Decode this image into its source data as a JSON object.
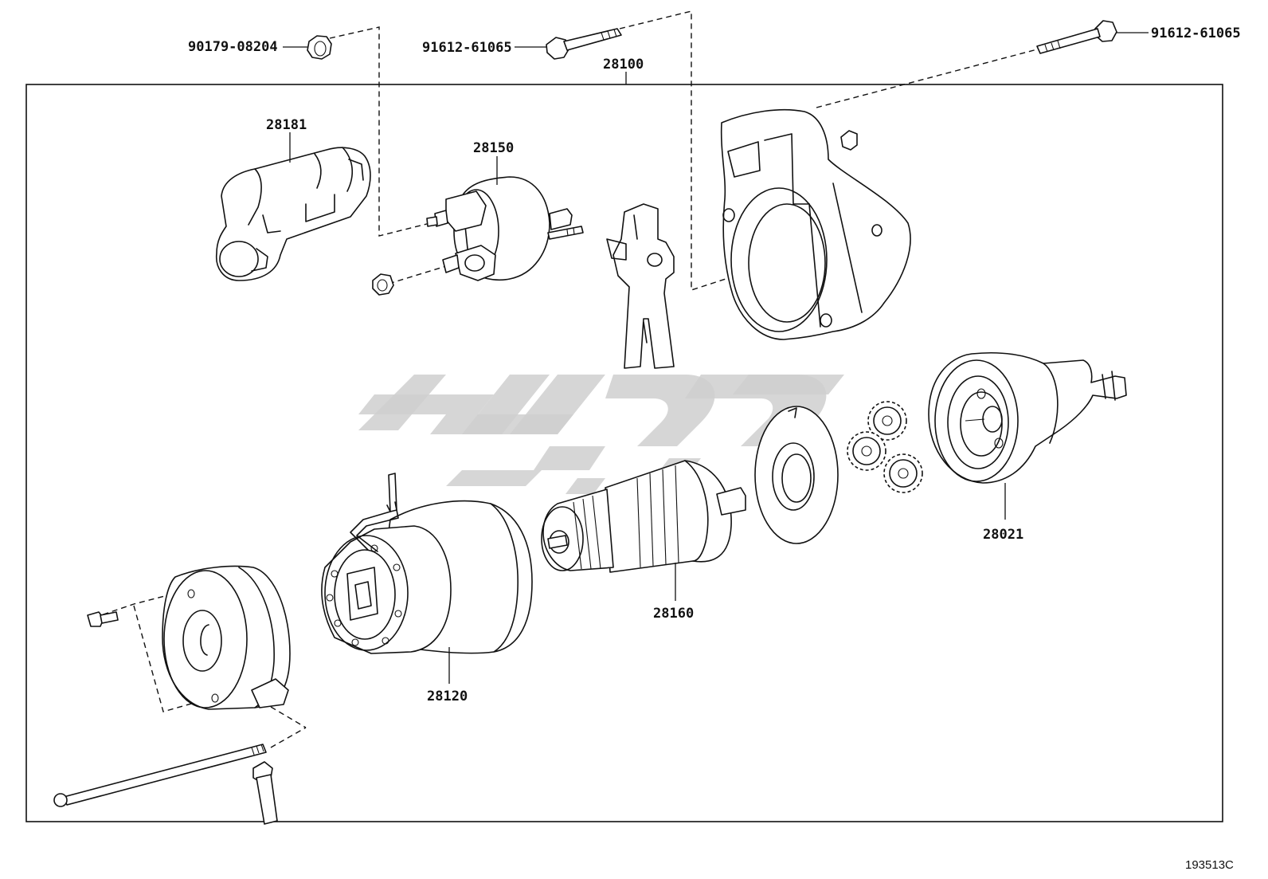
{
  "diagram": {
    "figure_id": "193513C",
    "assembly_number": "28100",
    "part_labels": {
      "nut_top": "90179-08204",
      "bolt_left": "91612-61065",
      "bolt_right": "91612-61065",
      "cover": "28181",
      "solenoid": "28150",
      "yoke": "28120",
      "armature": "28160",
      "clutch": "28021"
    }
  }
}
